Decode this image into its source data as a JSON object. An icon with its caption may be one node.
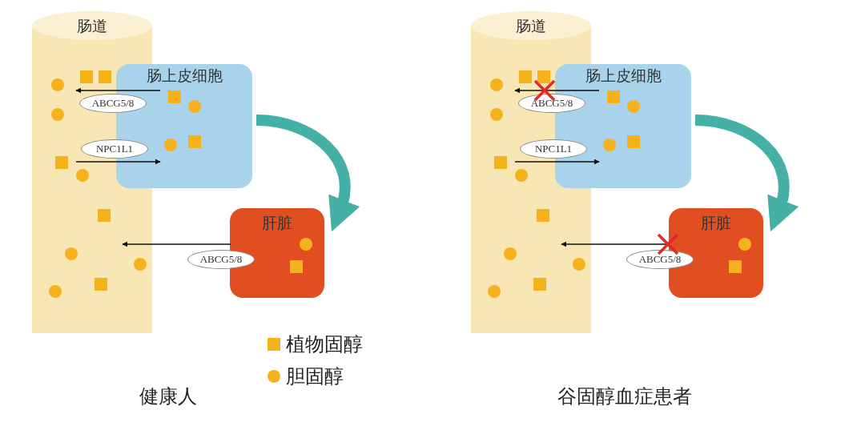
{
  "diagram": {
    "nodes": [
      {
        "text": [
          "肠道"
        ]
      },
      {
        "text": [
          "肠上皮细胞"
        ]
      },
      {
        "text": [
          "肝脏"
        ]
      },
      {
        "text": [
          "肠道"
        ]
      },
      {
        "text": [
          "肠上皮细胞"
        ]
      },
      {
        "text": [
          "肝脏"
        ]
      }
    ],
    "edges": [
      {
        "from": 1,
        "to": 0,
        "arrow": "to",
        "label": "ABCG5/8"
      },
      {
        "from": 0,
        "to": 1,
        "arrow": "to",
        "label": "NPC1L1"
      },
      {
        "from": 1,
        "to": 2,
        "arrow": "to",
        "style": "thick",
        "color": "#45b0a6"
      },
      {
        "from": 2,
        "to": 0,
        "arrow": "to",
        "label": "ABCG5/8"
      },
      {
        "from": 4,
        "to": 3,
        "arrow": "to",
        "label": "ABCG5/8"
      },
      {
        "from": 3,
        "to": 4,
        "arrow": "to",
        "label": "NPC1L1"
      },
      {
        "from": 4,
        "to": 5,
        "arrow": "to",
        "style": "thick",
        "color": "#45b0a6"
      },
      {
        "from": 5,
        "to": 3,
        "arrow": "to",
        "label": "ABCG5/8"
      }
    ],
    "labels": [
      "健康人",
      "谷固醇血症患者"
    ],
    "legend": [
      {
        "text": "植物固醇"
      },
      {
        "text": "胆固醇"
      }
    ]
  }
}
